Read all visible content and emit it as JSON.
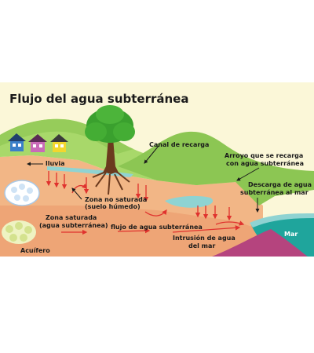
{
  "diagram": {
    "title": "Flujo del agua subterránea",
    "labels": {
      "lluvia": "lluvia",
      "canal": "Canal de recarga",
      "arroyo_1": "Arroyo que se recarga",
      "arroyo_2": "con agua subterránea",
      "zona_no_sat_1": "Zona no saturada",
      "zona_no_sat_2": "(suelo húmedo)",
      "descarga_1": "Descarga de agua",
      "descarga_2": "subterránea al mar",
      "zona_sat_1": "Zona saturada",
      "zona_sat_2": "(agua subterránea)",
      "flujo": "flujo de agua subterránea",
      "mar": "Mar",
      "intrusion_1": "Intrusión de agua",
      "intrusion_2": "del mar",
      "acuifero": "Acuífero"
    },
    "colors": {
      "sky": "#fbf7d8",
      "hill": "#a8d86a",
      "hill_dark": "#8cc653",
      "soil": "#f2b686",
      "soil_dark": "#e59a66",
      "water": "#8fd3d2",
      "sea": "#1fa59c",
      "intrusion": "#b5447e",
      "arrow": "#e0322e",
      "tree": "#3aa02e",
      "trunk": "#6b3a1e"
    },
    "icons": [
      "house-icon",
      "tree-icon",
      "rock-icon"
    ]
  }
}
